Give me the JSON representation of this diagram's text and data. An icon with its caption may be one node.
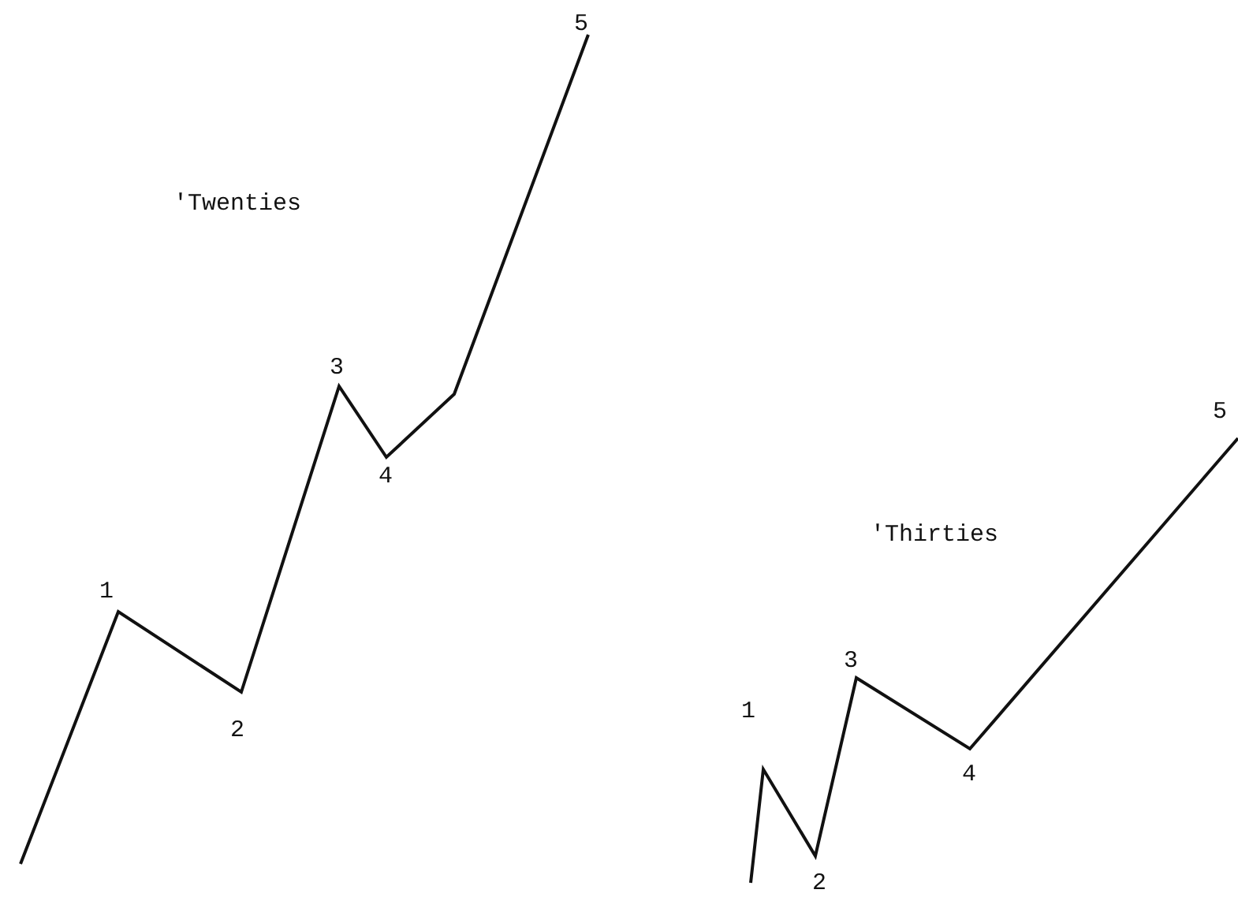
{
  "diagram": {
    "labels": [
      "5",
      "'Twenties",
      "3",
      "4",
      "5",
      "'Thirties",
      "1",
      "3",
      "1",
      "2",
      "4",
      "2"
    ]
  }
}
